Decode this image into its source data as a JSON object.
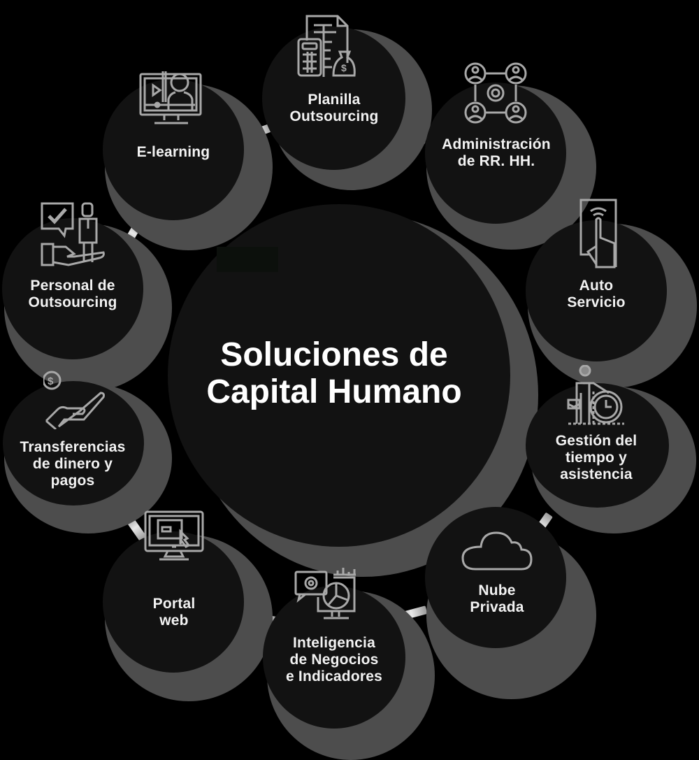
{
  "diagram": {
    "title_lines": [
      "Soluciones de",
      "Capital Humano"
    ],
    "colors": {
      "background": "#000000",
      "node_fill": "#121212",
      "node_shadow": "#4d4d4d",
      "text": "#f2f2f2",
      "icon_stroke": "#a8a8a8",
      "connector": "#d0d0d0"
    },
    "nodes": [
      {
        "id": "planilla",
        "icon": "calculator-payroll-icon",
        "lines": [
          "Planilla",
          "Outsourcing"
        ]
      },
      {
        "id": "administracion",
        "icon": "people-network-gear-icon",
        "lines": [
          "Administración",
          "de RR. HH."
        ]
      },
      {
        "id": "auto-servicio",
        "icon": "touch-card-icon",
        "lines": [
          "Auto",
          "Servicio"
        ]
      },
      {
        "id": "gestion-tiempo",
        "icon": "person-clock-icon",
        "lines": [
          "Gestión del",
          "tiempo y",
          "asistencia"
        ]
      },
      {
        "id": "nube-privada",
        "icon": "cloud-icon",
        "lines": [
          "Nube",
          "Privada"
        ]
      },
      {
        "id": "inteligencia",
        "icon": "analytics-monitor-icon",
        "lines": [
          "Inteligencia",
          "de Negocios",
          "e Indicadores"
        ]
      },
      {
        "id": "portal-web",
        "icon": "monitor-cursor-icon",
        "lines": [
          "Portal",
          "web"
        ]
      },
      {
        "id": "transferencias",
        "icon": "hand-money-icon",
        "lines": [
          "Transferencias",
          "de dinero y",
          "pagos"
        ]
      },
      {
        "id": "personal-outsourcing",
        "icon": "hand-person-check-icon",
        "lines": [
          "Personal de",
          "Outsourcing"
        ]
      },
      {
        "id": "e-learning",
        "icon": "monitor-teacher-icon",
        "lines": [
          "E-learning"
        ]
      }
    ]
  }
}
